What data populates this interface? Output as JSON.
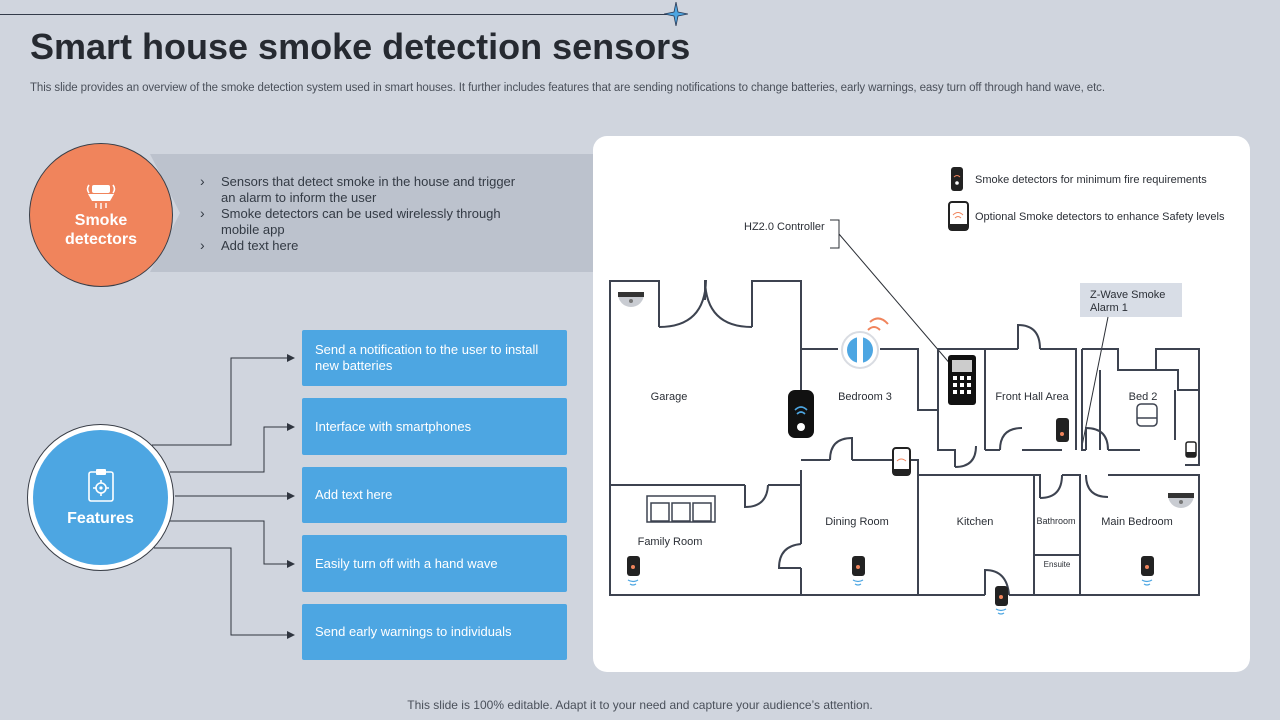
{
  "slide": {
    "title": "Smart house smoke detection sensors",
    "subtitle": "This slide provides an overview of the smoke detection system used in smart houses. It further includes features that are sending notifications to change batteries, early warnings, easy turn off through hand wave,  etc.",
    "footer": "This slide is 100% editable. Adapt it to your need and capture your audience’s attention."
  },
  "smoke": {
    "heading_line1": "Smoke",
    "heading_line2": "detectors",
    "bullets": [
      "Sensors that detect smoke in the house and trigger an alarm to inform the user",
      "Smoke detectors can be used wirelessly through mobile app",
      "Add text here"
    ]
  },
  "features": {
    "heading": "Features",
    "items": [
      "Send a notification to the user to install new batteries",
      "Interface  with smartphones",
      "Add text here",
      "Easily turn off with a hand wave",
      "Send early warnings  to individuals"
    ]
  },
  "floorplan": {
    "legend": [
      "Smoke detectors for minimum  fire requirements",
      "Optional Smoke detectors to enhance Safety levels"
    ],
    "controller_label": "HZ2.0 Controller",
    "alarm_label_line1": "Z-Wave Smoke",
    "alarm_label_line2": "Alarm 1",
    "rooms": {
      "garage": "Garage",
      "bedroom3": "Bedroom 3",
      "front_hall": "Front Hall Area",
      "bed2": "Bed 2",
      "family_room": "Family Room",
      "dining_room": "Dining Room",
      "kitchen": "Kitchen",
      "bathroom": "Bathroom",
      "ensuite": "Ensuite",
      "main_bedroom": "Main Bedroom"
    }
  },
  "colors": {
    "accent_orange": "#f0845c",
    "accent_blue": "#4da6e2",
    "background": "#d0d5de"
  }
}
